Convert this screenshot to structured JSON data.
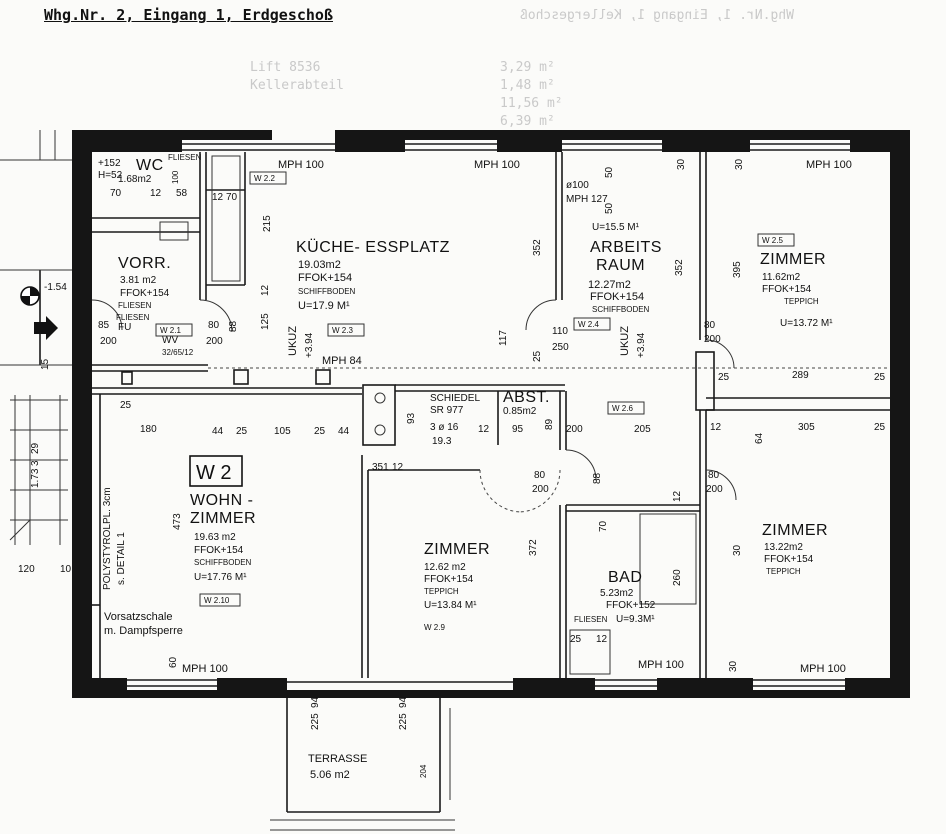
{
  "header": {
    "title": "Whg.Nr. 2, Eingang 1, Erdgeschoß"
  },
  "ghost_text": {
    "title_mirrored": "Whg.Nr. 1, Eingang 1, Kellergeschoß",
    "lines": [
      "3,29 m²",
      "1,48 m²",
      "11,56 m²",
      "6,39 m²",
      "Kellerabteil",
      "Lift 8536"
    ]
  },
  "rooms": {
    "kueche": {
      "name": "KÜCHE- ESSPLATZ",
      "area": "19.03m2",
      "ffok": "FFOK+154",
      "floor": "SCHIFFBODEN",
      "perimeter": "U=17.9 M¹"
    },
    "arbeitsraum": {
      "name_1": "ARBEITS",
      "name_2": "RAUM",
      "area": "12.27m2",
      "ffok": "FFOK+154",
      "floor": "SCHIFFBODEN",
      "perimeter": "U=15.5 M¹"
    },
    "zimmer_ne": {
      "name": "ZIMMER",
      "area": "11.62m2",
      "ffok": "FFOK+154",
      "floor": "TEPPICH",
      "perimeter": "U=13.72 M¹"
    },
    "wc": {
      "name": "WC",
      "area": "1.68m2",
      "ffok": "FLIESEN"
    },
    "vorraum": {
      "name": "VORR.",
      "area": "3.81 m2",
      "ffok": "FFOK+154",
      "floor": "FLIESEN"
    },
    "wohnzimmer": {
      "tag": "W 2",
      "name_1": "WOHN -",
      "name_2": "ZIMMER",
      "area": "19.63 m2",
      "ffok": "FFOK+154",
      "floor": "SCHIFFBODEN",
      "perimeter": "U=17.76 M¹"
    },
    "zimmer_mid": {
      "name": "ZIMMER",
      "area": "12.62 m2",
      "ffok": "FFOK+154",
      "floor": "TEPPICH",
      "perimeter": "U=13.84 M¹"
    },
    "abst": {
      "name": "ABST.",
      "area": "0.85m2"
    },
    "bad": {
      "name": "BAD",
      "area": "5.23m2",
      "ffok": "FFOK+152",
      "floor": "FLIESEN",
      "perimeter": "U=9.3M¹"
    },
    "zimmer_se": {
      "name": "ZIMMER",
      "area": "13.22m2",
      "ffok": "FFOK+154",
      "floor": "TEPPICH"
    },
    "terrasse": {
      "name": "TERRASSE",
      "area": "5.06 m2"
    }
  },
  "notes": {
    "schiedel": [
      "SCHIEDEL",
      "SR 977",
      "3 ø 16",
      "19.3"
    ],
    "polystyrol": "POLYSTYROLPL. 3cm",
    "detail": "s. DETAIL 1",
    "vorsatz_1": "Vorsatzschale",
    "vorsatz_2": "m. Dampfsperre",
    "fliesen": "FLIESEN",
    "wv": "WV",
    "wv_dims": "32/65/12",
    "fu": "FU"
  },
  "window_tags": [
    "W 2.2",
    "W 2.3",
    "W 2.1",
    "W 2.4",
    "W 2.5",
    "W 2.6",
    "W 2.10",
    "W 2.9"
  ],
  "labels": {
    "mph100": "MPH 100",
    "mph84": "MPH 84",
    "mph127": "MPH 127",
    "ukuz": "UKUZ",
    "ukuz_val": "+3.94",
    "level": "-1.54"
  },
  "dimensions": [
    "+152",
    "H=52",
    "70",
    "12",
    "58",
    "100",
    "12",
    "70",
    "215",
    "352",
    "352",
    "395",
    "ø100",
    "50",
    "50",
    "30",
    "30",
    "85",
    "200",
    "80",
    "200",
    "88",
    "125",
    "12",
    "110",
    "250",
    "117",
    "25",
    "80",
    "200",
    "25",
    "289",
    "25",
    "180",
    "44",
    "25",
    "105",
    "25",
    "44",
    "93",
    "12",
    "95",
    "89",
    "200",
    "205",
    "12",
    "305",
    "25",
    "64",
    "473",
    "372",
    "260",
    "12",
    "70",
    "80",
    "200",
    "80",
    "200",
    "120",
    "10",
    "29",
    "3",
    "1.73",
    "225",
    "225",
    "94",
    "94",
    "204",
    "351",
    "12",
    "88",
    "30",
    "25",
    "12",
    "30",
    "60",
    "25",
    "15"
  ]
}
